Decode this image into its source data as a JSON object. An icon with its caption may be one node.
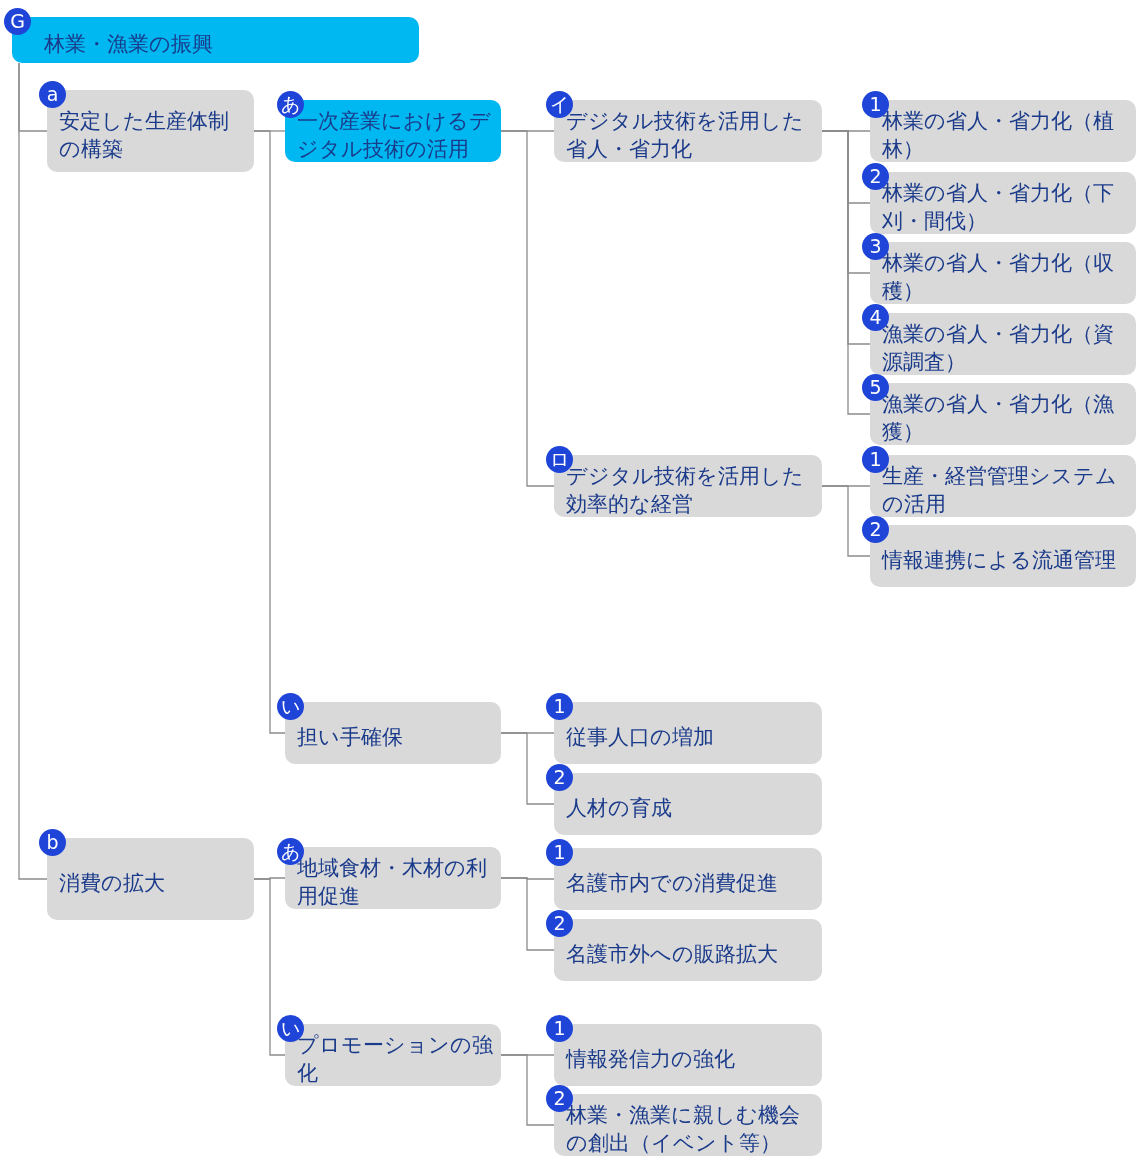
{
  "diagram": {
    "nodes": [
      {
        "text": [
          "G",
          "林業・漁業の振興"
        ]
      },
      {
        "text": [
          "a",
          "安定した生産体制の構築"
        ]
      },
      {
        "text": [
          "あ",
          "一次産業におけるデジタル技術の活用"
        ]
      },
      {
        "text": [
          "イ",
          "デジタル技術を活用した省人・省力化"
        ]
      },
      {
        "text": [
          "1",
          "林業の省人・省力化（植林）"
        ]
      },
      {
        "text": [
          "2",
          "林業の省人・省力化（下刈・間伐）"
        ]
      },
      {
        "text": [
          "3",
          "林業の省人・省力化（収穫）"
        ]
      },
      {
        "text": [
          "4",
          "漁業の省人・省力化（資源調査）"
        ]
      },
      {
        "text": [
          "5",
          "漁業の省人・省力化（漁獲）"
        ]
      },
      {
        "text": [
          "ロ",
          "デジタル技術を活用した効率的な経営"
        ]
      },
      {
        "text": [
          "1",
          "生産・経営管理システムの活用"
        ]
      },
      {
        "text": [
          "2",
          "情報連携による流通管理"
        ]
      },
      {
        "text": [
          "い",
          "担い手確保"
        ]
      },
      {
        "text": [
          "1",
          "従事人口の増加"
        ]
      },
      {
        "text": [
          "2",
          "人材の育成"
        ]
      },
      {
        "text": [
          "b",
          "消費の拡大"
        ]
      },
      {
        "text": [
          "あ",
          "地域食材・木材の利用促進"
        ]
      },
      {
        "text": [
          "1",
          "名護市内での消費促進"
        ]
      },
      {
        "text": [
          "2",
          "名護市外への販路拡大"
        ]
      },
      {
        "text": [
          "い",
          "プロモーションの強化"
        ]
      },
      {
        "text": [
          "1",
          "情報発信力の強化"
        ]
      },
      {
        "text": [
          "2",
          "林業・漁業に親しむ機会の創出（イベント等）"
        ]
      }
    ],
    "edges": [
      {
        "from": 0,
        "to": 1,
        "arrow": "none"
      },
      {
        "from": 0,
        "to": 15,
        "arrow": "none"
      },
      {
        "from": 1,
        "to": 2,
        "arrow": "none"
      },
      {
        "from": 1,
        "to": 12,
        "arrow": "none"
      },
      {
        "from": 2,
        "to": 3,
        "arrow": "none"
      },
      {
        "from": 2,
        "to": 9,
        "arrow": "none"
      },
      {
        "from": 3,
        "to": 4,
        "arrow": "none"
      },
      {
        "from": 3,
        "to": 5,
        "arrow": "none"
      },
      {
        "from": 3,
        "to": 6,
        "arrow": "none"
      },
      {
        "from": 3,
        "to": 7,
        "arrow": "none"
      },
      {
        "from": 3,
        "to": 8,
        "arrow": "none"
      },
      {
        "from": 9,
        "to": 10,
        "arrow": "none"
      },
      {
        "from": 9,
        "to": 11,
        "arrow": "none"
      },
      {
        "from": 12,
        "to": 13,
        "arrow": "none"
      },
      {
        "from": 12,
        "to": 14,
        "arrow": "none"
      },
      {
        "from": 15,
        "to": 16,
        "arrow": "none"
      },
      {
        "from": 15,
        "to": 19,
        "arrow": "none"
      },
      {
        "from": 16,
        "to": 17,
        "arrow": "none"
      },
      {
        "from": 16,
        "to": 18,
        "arrow": "none"
      },
      {
        "from": 19,
        "to": 20,
        "arrow": "none"
      },
      {
        "from": 19,
        "to": 21,
        "arrow": "none"
      }
    ]
  }
}
